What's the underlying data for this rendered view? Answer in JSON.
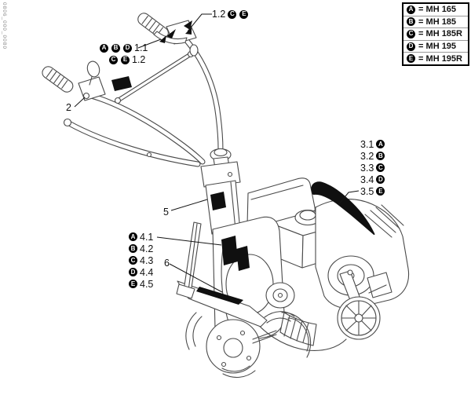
{
  "doc_code": "0806_000_0080",
  "colors": {
    "line": "#4a4a4a",
    "sticker": "#101010",
    "badge": "#000000"
  },
  "legend": {
    "rows": [
      {
        "key": "A",
        "label": "= MH 165"
      },
      {
        "key": "B",
        "label": "= MH 185"
      },
      {
        "key": "C",
        "label": "= MH 185R"
      },
      {
        "key": "D",
        "label": "= MH 195"
      },
      {
        "key": "E",
        "label": "= MH 195R"
      }
    ]
  },
  "callouts": {
    "handle_top": {
      "num": "1.2",
      "badges": {
        "0": "C",
        "1": "E"
      }
    },
    "handle_left_1": {
      "num": "1.1",
      "badges": {
        "0": "A",
        "1": "B",
        "2": "D"
      }
    },
    "handle_left_2": {
      "num": "1.2",
      "badges": {
        "0": "C",
        "1": "E"
      }
    },
    "ref_2": "2",
    "ref_5": "5",
    "ref_6": "6",
    "group_3": [
      {
        "num": "3.1",
        "badge": "A"
      },
      {
        "num": "3.2",
        "badge": "B"
      },
      {
        "num": "3.3",
        "badge": "C"
      },
      {
        "num": "3.4",
        "badge": "D"
      },
      {
        "num": "3.5",
        "badge": "E"
      }
    ],
    "group_4": [
      {
        "num": "4.1",
        "badge": "A"
      },
      {
        "num": "4.2",
        "badge": "B"
      },
      {
        "num": "4.3",
        "badge": "C"
      },
      {
        "num": "4.4",
        "badge": "D"
      },
      {
        "num": "4.5",
        "badge": "E"
      }
    ]
  }
}
